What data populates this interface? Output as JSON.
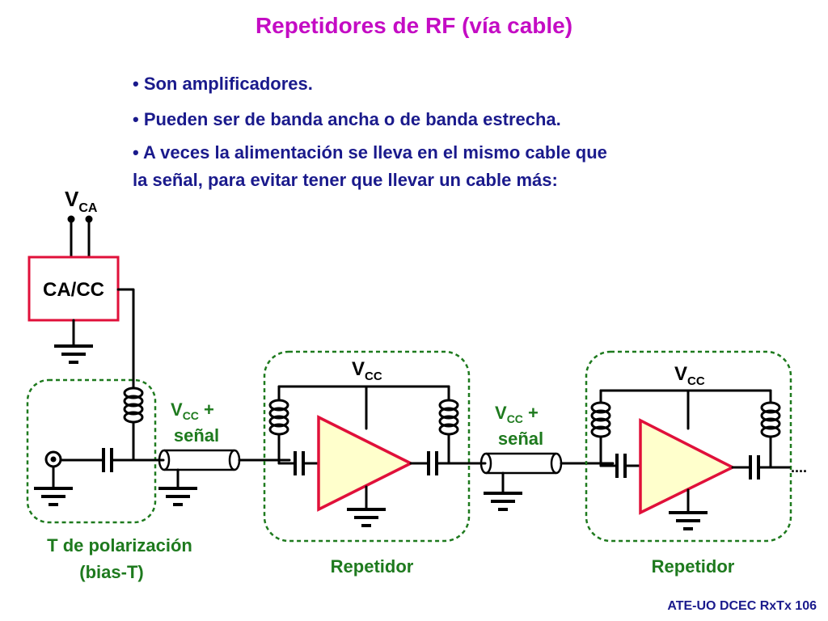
{
  "title": "Repetidores de RF (vía cable)",
  "bullets": [
    "• Son amplificadores.",
    "• Pueden ser de banda ancha o de banda estrecha.",
    "• A veces la alimentación se lleva en el mismo cable que",
    "la señal, para evitar tener que llevar un cable más:"
  ],
  "diagram": {
    "vca": {
      "main": "V",
      "sub": "CA"
    },
    "converter_label": "CA/CC",
    "vcc": {
      "main": "V",
      "sub": "CC"
    },
    "cable_signal": {
      "main": "V",
      "sub": "CC",
      "suffix": " +",
      "line2": "señal"
    },
    "bias_t_label_1": "T de polarización",
    "bias_t_label_2": "(bias-T)",
    "repeater_label": "Repetidor",
    "continuation": "...."
  },
  "footer": "ATE-UO DCEC RxTx 106",
  "colors": {
    "title": "#c40cc4",
    "bullets": "#1a1a8c",
    "group_labels": "#1e7a1e",
    "amplifier_fill": "#ffffcc",
    "amplifier_outline": "#e0103a",
    "box_outline": "#e0103a",
    "dashed_group": "#1e7a1e"
  }
}
